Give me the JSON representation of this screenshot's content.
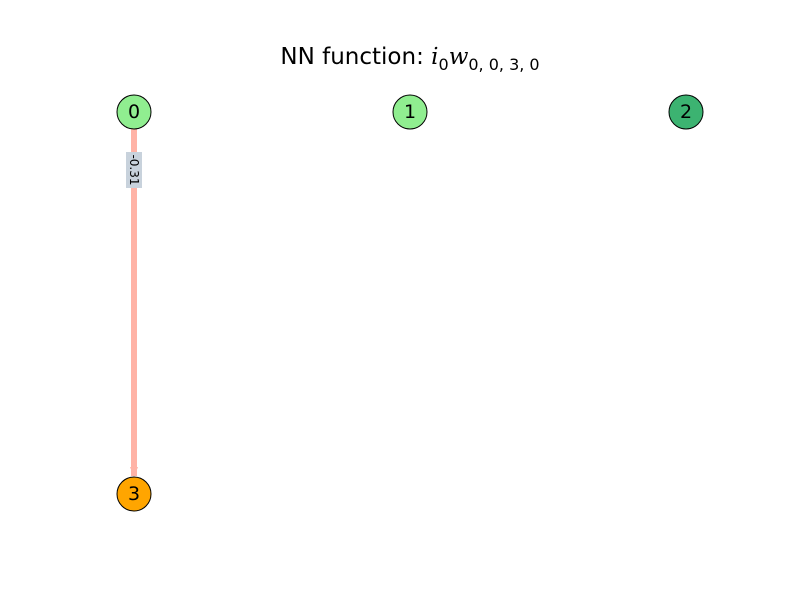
{
  "title": {
    "prefix": "NN function: ",
    "var_i": "i",
    "sub_i": "0",
    "var_w": "w",
    "sub_w": "0, 0, 3, 0"
  },
  "nodes": [
    {
      "id": "0",
      "label": "0",
      "color": "#90ee90"
    },
    {
      "id": "1",
      "label": "1",
      "color": "#90ee90"
    },
    {
      "id": "2",
      "label": "2",
      "color": "#3cb371"
    },
    {
      "id": "3",
      "label": "3",
      "color": "#ffa500"
    }
  ],
  "edges": [
    {
      "from": "0",
      "to": "3",
      "label": "-0.31",
      "color": "#ffb3a6"
    }
  ],
  "colors": {
    "edge_label_bg": "#c8d2dc",
    "node_border": "#000000"
  }
}
